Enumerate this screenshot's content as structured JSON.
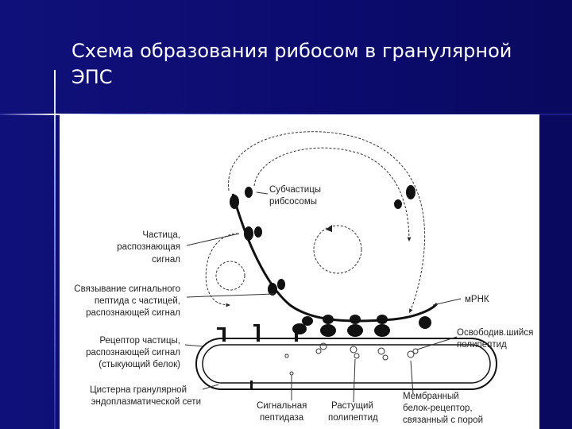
{
  "slide": {
    "title": "Схема образования рибосом в гранулярной ЭПС"
  },
  "diagram": {
    "labels": {
      "subunits_line1": "Субчастицы",
      "subunits_line2": "рибсосомы",
      "srp_line1": "Частица,",
      "srp_line2": "распознающая",
      "srp_line3": "сигнал",
      "binding_line1": "Связывание сигнального",
      "binding_line2": "пептида с частицей,",
      "binding_line3": "распознающей сигнал",
      "mrna": "мРНК",
      "released_line1": "Освободив.шийся",
      "released_line2": "полипептид",
      "receptor_line1": "Рецептор частицы,",
      "receptor_line2": "распознающей сигнал",
      "receptor_line3": "(стыкующий белок)",
      "cistern_line1": "Цистерна гранулярной",
      "cistern_line2": "эндоплазматической сети",
      "peptidase_line1": "Сигнальная",
      "peptidase_line2": "пептидаза",
      "growing_line1": "Растущий",
      "growing_line2": "полипептид",
      "membrane_receptor_line1": "Мембранный",
      "membrane_receptor_line2": "белок-рецептор,",
      "membrane_receptor_line3": "связанный с порой"
    }
  }
}
